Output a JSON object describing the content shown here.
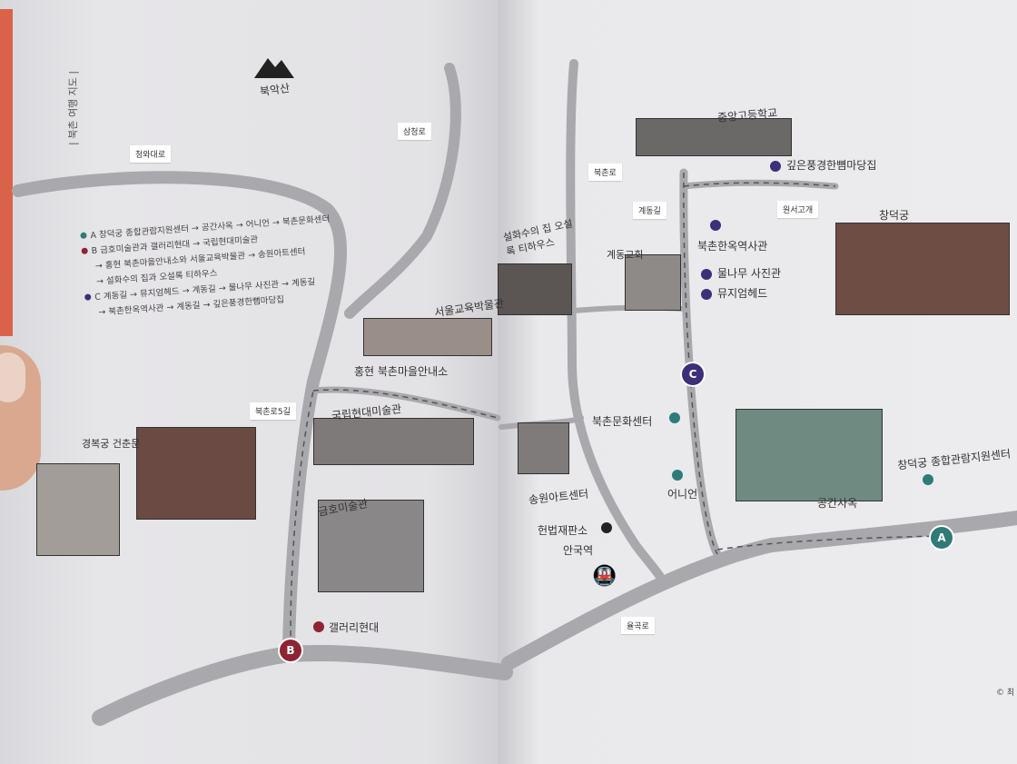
{
  "title": "| 북촌 여행 지도 |",
  "mountain": "북악산",
  "roads": {
    "r1": "청와대로",
    "r2": "삼청로",
    "r3": "북촌로5길",
    "r4": "북촌로",
    "r5": "계동길",
    "r6": "원서고개",
    "r7": "율곡로"
  },
  "legend": [
    {
      "marker": "A",
      "color": "#2f7b78",
      "lines": [
        "창덕궁 종합관람지원센터 → 공간사옥 → 어니언 → 북촌문화센터"
      ]
    },
    {
      "marker": "B",
      "color": "#8e2433",
      "lines": [
        "금호미술관과 갤러리현대 → 국립현대미술관",
        "→ 홍현 북촌마을안내소와 서울교육박물관 → 송원아트센터",
        "→ 설화수의 집과 오설록 티하우스"
      ]
    },
    {
      "marker": "C",
      "color": "#3d2f7a",
      "lines": [
        "계동길 → 뮤지엄헤드 → 계동길 → 물나무 사진관 → 계동길",
        "→ 북촌한옥역사관 → 계동길 → 깊은풍경한뼘마당집"
      ]
    }
  ],
  "places": {
    "p1": "서울교육박물관",
    "p2": "홍현 북촌마을안내소",
    "p3": "국립현대미술관",
    "p4": "경복궁 건춘문",
    "p5": "금호미술관",
    "p6": "갤러리현대",
    "p7": "중앙고등학교",
    "p8": "깊은풍경한뼘마당집",
    "p9": "창덕궁",
    "p10": "설화수의 집 오설록 티하우스",
    "p11": "계동교회",
    "p12": "북촌한옥역사관",
    "p13": "물나무 사진관",
    "p14": "뮤지엄헤드",
    "p15": "북촌문화센터",
    "p16": "어니언",
    "p17": "송원아트센터",
    "p18": "공간사옥",
    "p19": "창덕궁 종합관람지원센터",
    "p20": "헌법재판소",
    "p21": "안국역"
  },
  "markers": {
    "a": "A",
    "b": "B",
    "c": "C"
  },
  "colors": {
    "A": "#2f7b78",
    "B": "#8e2433",
    "C": "#3d2f7a",
    "road": "#a9a8ac"
  },
  "copyright": "© 최"
}
